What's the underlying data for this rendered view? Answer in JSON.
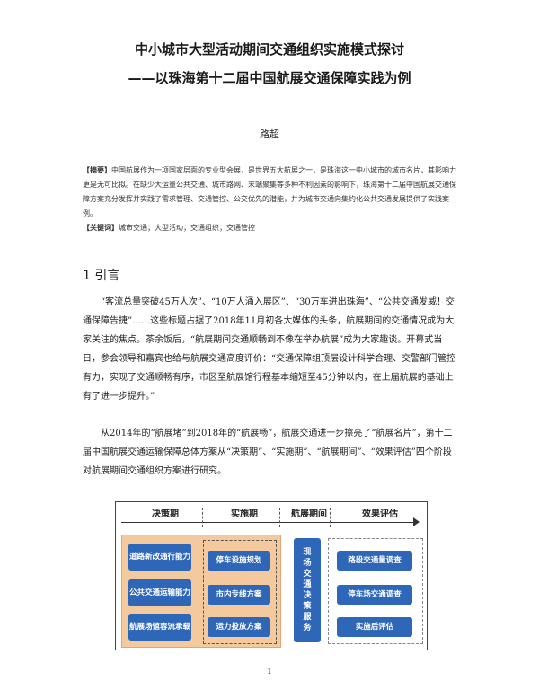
{
  "title_line1": "中小城市大型活动期间交通组织实施模式探讨",
  "title_line2": "——以珠海第十二届中国航展交通保障实践为例",
  "author": "路超",
  "abstract_label": "【摘要】",
  "abstract_text": "中国航展作为一项国家层面的专业型会展，是世界五大航展之一，是珠海这一中小城市的城市名片，其影响力更是无可比拟。在缺少大运量公共交通、城市路网、末端聚集等多种不利因素的影响下，珠海第十二届中国航展交通保障方案充分发挥并实践了需求管理、交通管控、公交优先的潜能，并为城市交通向集约化公共交通发展提供了实践案例。",
  "keywords_label": "【关键词】",
  "keywords_text": "城市交通；大型活动；交通组织；交通管控",
  "section1_title": "1  引言",
  "para1": "“客流总量突破45万人次”、“10万人涌入展区”、“30万车进出珠海”、“公共交通发威！交通保障告捷”……这些标题占据了2018年11月初各大媒体的头条，航展期间的交通情况成为大家关注的焦点。茶余饭后，“航展期间交通顺畅到不像在举办航展”成为大家趣谈。开幕式当日，参会领导和嘉宾也给与航展交通高度评价：“交通保障组顶层设计科学合理、交警部门管控有力，实现了交通顺畅有序，市区至航展馆行程基本缩短至45分钟以内，在上届航展的基础上有了进一步提升。”",
  "para2": "从2014年的“航展堵”到2018年的“航展畅”，航展交通进一步擦亮了“航展名片”，第十二届中国航展交通运输保障总体方案从“决策期”、“实施期”、“航展期间”、“效果评估”四个阶段对航展期间交通组织方案进行研究。",
  "diagram": {
    "phases": [
      "决策期",
      "实施期",
      "航展期间",
      "效果评估"
    ],
    "col1": [
      "道路新改通行能力",
      "公共交通运输能力",
      "航展场馆容流承载"
    ],
    "col2": [
      "停车设施规划",
      "市内专线方案",
      "运力投放方案"
    ],
    "col3": "现场交通决策服务",
    "col4": [
      "路段交通量调查",
      "停车场交通调查",
      "实施后评估"
    ],
    "colors": {
      "blue": "#2e66b8",
      "orange": "#f5c99e"
    }
  },
  "page_number": "1"
}
